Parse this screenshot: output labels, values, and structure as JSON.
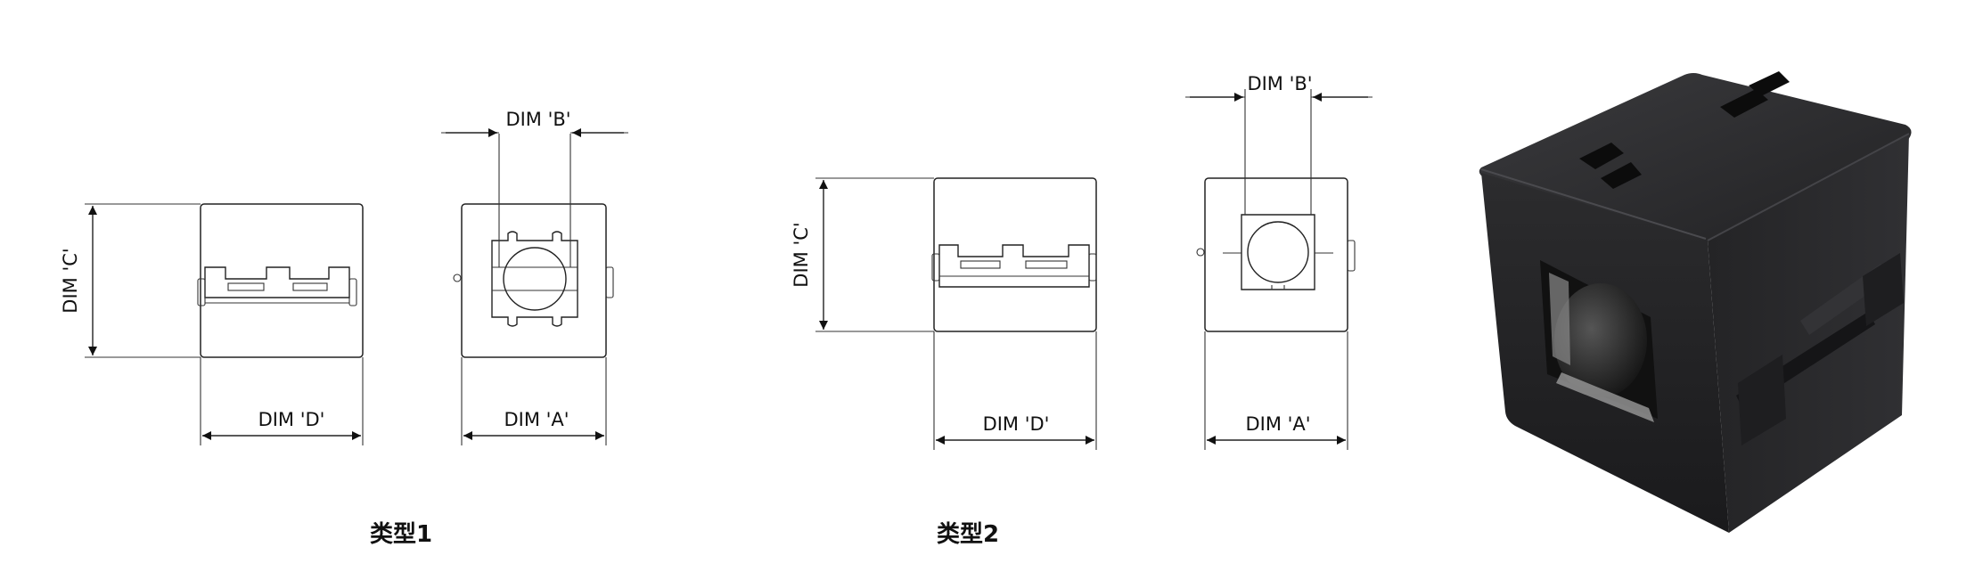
{
  "dimensions": {
    "dim_a": "DIM 'A'",
    "dim_b": "DIM 'B'",
    "dim_c": "DIM 'C'",
    "dim_d": "DIM 'D'"
  },
  "captions": {
    "type1": "类型1",
    "type2": "类型2"
  },
  "colors": {
    "line": "#222222",
    "product_dark": "#1c1c1e",
    "product_mid": "#2a2a2c",
    "product_light": "#3a3a3d"
  }
}
